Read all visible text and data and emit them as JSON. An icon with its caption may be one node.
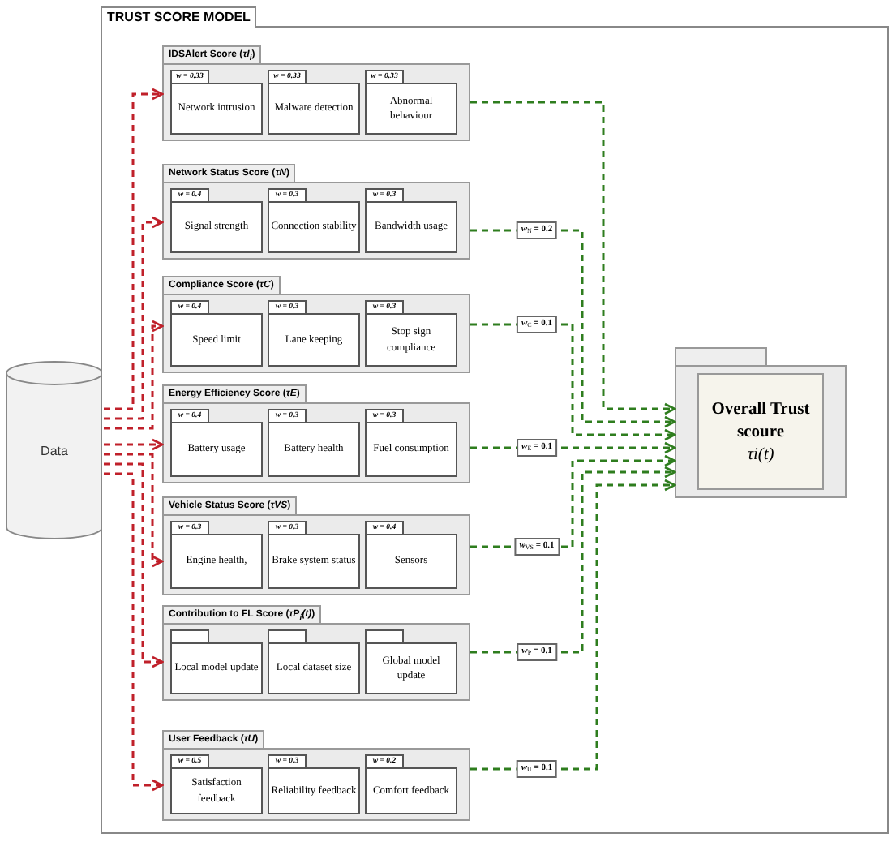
{
  "diagram": {
    "nodes": [
      {
        "text": [
          "Data"
        ]
      },
      {
        "text": [
          "TRUST SCORE MODEL"
        ]
      },
      {
        "text": [
          "IDSAlert Score (*τI$_{i}$*)"
        ],
        "in": 1
      },
      {
        "text": [
          "w = 0.33",
          "Network intrusion"
        ],
        "in": 2
      },
      {
        "text": [
          "w = 0.33",
          "Malware detection"
        ],
        "in": 2
      },
      {
        "text": [
          "w = 0.33",
          "Abnormal behaviour"
        ],
        "in": 2
      },
      {
        "text": [
          "Network Status Score (*τN*)"
        ],
        "in": 1
      },
      {
        "text": [
          "w = 0.4",
          "Signal strength"
        ],
        "in": 6
      },
      {
        "text": [
          "w = 0.3",
          "Connection stability"
        ],
        "in": 6
      },
      {
        "text": [
          "w = 0.3",
          "Bandwidth usage"
        ],
        "in": 6
      },
      {
        "text": [
          "Compliance Score (*τC*)"
        ],
        "in": 1
      },
      {
        "text": [
          "w = 0.4",
          "Speed limit"
        ],
        "in": 10
      },
      {
        "text": [
          "w = 0.3",
          "Lane keeping"
        ],
        "in": 10
      },
      {
        "text": [
          "w = 0.3",
          "Stop sign compliance"
        ],
        "in": 10
      },
      {
        "text": [
          "Energy Efficiency Score (*τE*)"
        ],
        "in": 1
      },
      {
        "text": [
          "w = 0.4",
          "Battery usage"
        ],
        "in": 14
      },
      {
        "text": [
          "w = 0.3",
          "Battery health"
        ],
        "in": 14
      },
      {
        "text": [
          "w = 0.3",
          "Fuel consumption"
        ],
        "in": 14
      },
      {
        "text": [
          "Vehicle Status Score (*τVS*)"
        ],
        "in": 1
      },
      {
        "text": [
          "w = 0.3",
          "Engine health,"
        ],
        "in": 18
      },
      {
        "text": [
          "w = 0.3",
          "Brake system status"
        ],
        "in": 18
      },
      {
        "text": [
          "w = 0.4",
          "Sensors"
        ],
        "in": 18
      },
      {
        "text": [
          "Contribution to FL Score (*τP$_{i}$(t)*)"
        ],
        "in": 1
      },
      {
        "text": [
          "Local model update"
        ],
        "in": 22
      },
      {
        "text": [
          "Local dataset size"
        ],
        "in": 22
      },
      {
        "text": [
          "Global model update"
        ],
        "in": 22
      },
      {
        "text": [
          "User Feedback (*τU*)"
        ],
        "in": 1
      },
      {
        "text": [
          "w = 0.5",
          "Satisfaction feedback"
        ],
        "in": 26
      },
      {
        "text": [
          "w = 0.3",
          "Reliability feedback"
        ],
        "in": 26
      },
      {
        "text": [
          "w = 0.2",
          "Comfort feedback"
        ],
        "in": 26
      },
      {
        "text": [],
        "shape": "box",
        "in": 1
      },
      {
        "text": [
          "Overall Trust scoure",
          "τi(t)"
        ],
        "in": 30
      }
    ],
    "edges": [
      {
        "from": 0,
        "to": 2,
        "arrow": "to",
        "style": "dashed",
        "color": "#c0202a"
      },
      {
        "from": 0,
        "to": 6,
        "arrow": "to",
        "style": "dashed",
        "color": "#c0202a"
      },
      {
        "from": 0,
        "to": 10,
        "arrow": "to",
        "style": "dashed",
        "color": "#c0202a"
      },
      {
        "from": 0,
        "to": 14,
        "arrow": "to",
        "style": "dashed",
        "color": "#c0202a"
      },
      {
        "from": 0,
        "to": 18,
        "arrow": "to",
        "style": "dashed",
        "color": "#c0202a"
      },
      {
        "from": 0,
        "to": 22,
        "arrow": "to",
        "style": "dashed",
        "color": "#c0202a"
      },
      {
        "from": 0,
        "to": 26,
        "arrow": "to",
        "style": "dashed",
        "color": "#c0202a"
      },
      {
        "from": 2,
        "to": 30,
        "arrow": "to",
        "style": "dashed",
        "color": "#2e7d1e"
      },
      {
        "from": 6,
        "to": 30,
        "arrow": "to",
        "style": "dashed",
        "color": "#2e7d1e",
        "label": "*w*$_{N}$ = 0.2"
      },
      {
        "from": 10,
        "to": 30,
        "arrow": "to",
        "style": "dashed",
        "color": "#2e7d1e",
        "label": "*w*$_{C}$ = 0.1"
      },
      {
        "from": 14,
        "to": 30,
        "arrow": "to",
        "style": "dashed",
        "color": "#2e7d1e",
        "label": "*w*$_{E}$ = 0.1"
      },
      {
        "from": 18,
        "to": 30,
        "arrow": "to",
        "style": "dashed",
        "color": "#2e7d1e",
        "label": "*w*$_{VS}$ = 0.1"
      },
      {
        "from": 22,
        "to": 30,
        "arrow": "to",
        "style": "dashed",
        "color": "#2e7d1e",
        "label": "*w*$_{P}$ = 0.1"
      },
      {
        "from": 26,
        "to": 30,
        "arrow": "to",
        "style": "dashed",
        "color": "#2e7d1e",
        "label": "*w*$_{U}$ = 0.1"
      }
    ]
  }
}
